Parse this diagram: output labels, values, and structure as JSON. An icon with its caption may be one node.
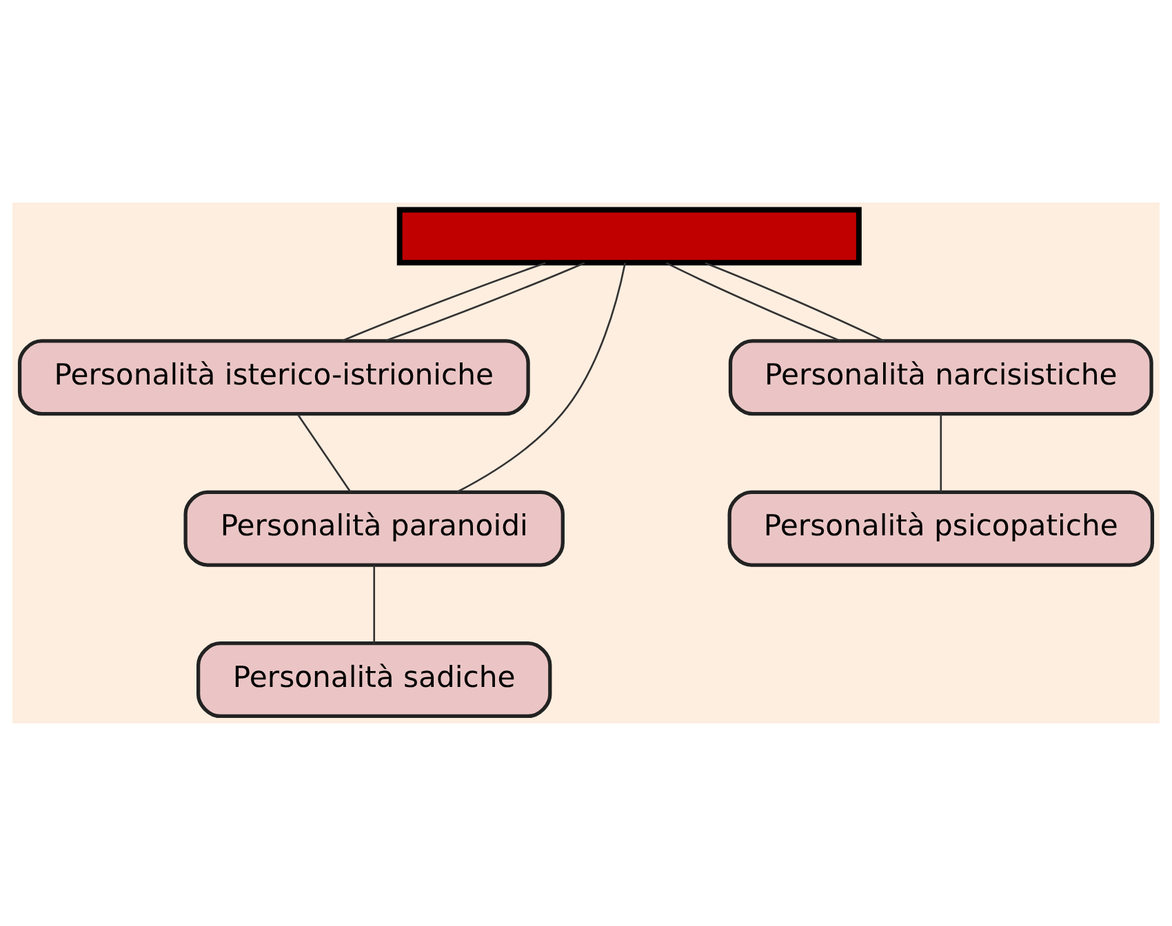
{
  "diagram": {
    "nodes": [
      {
        "text": [],
        "shape": "box"
      },
      {
        "text": [
          "Personalità isterico-istrioniche"
        ]
      },
      {
        "text": [
          "Personalità narcisistiche"
        ]
      },
      {
        "text": [
          "Personalità paranoidi"
        ]
      },
      {
        "text": [
          "Personalità psicopatiche"
        ]
      },
      {
        "text": [
          "Personalità sadiche"
        ]
      }
    ],
    "edges": [
      {
        "from": 0,
        "to": 1,
        "arrow": "none"
      },
      {
        "from": 0,
        "to": 1,
        "arrow": "none"
      },
      {
        "from": 0,
        "to": 3,
        "arrow": "none"
      },
      {
        "from": 0,
        "to": 2,
        "arrow": "none"
      },
      {
        "from": 0,
        "to": 2,
        "arrow": "none"
      },
      {
        "from": 1,
        "to": 3,
        "arrow": "none"
      },
      {
        "from": 3,
        "to": 5,
        "arrow": "none"
      },
      {
        "from": 2,
        "to": 4,
        "arrow": "none"
      }
    ]
  }
}
